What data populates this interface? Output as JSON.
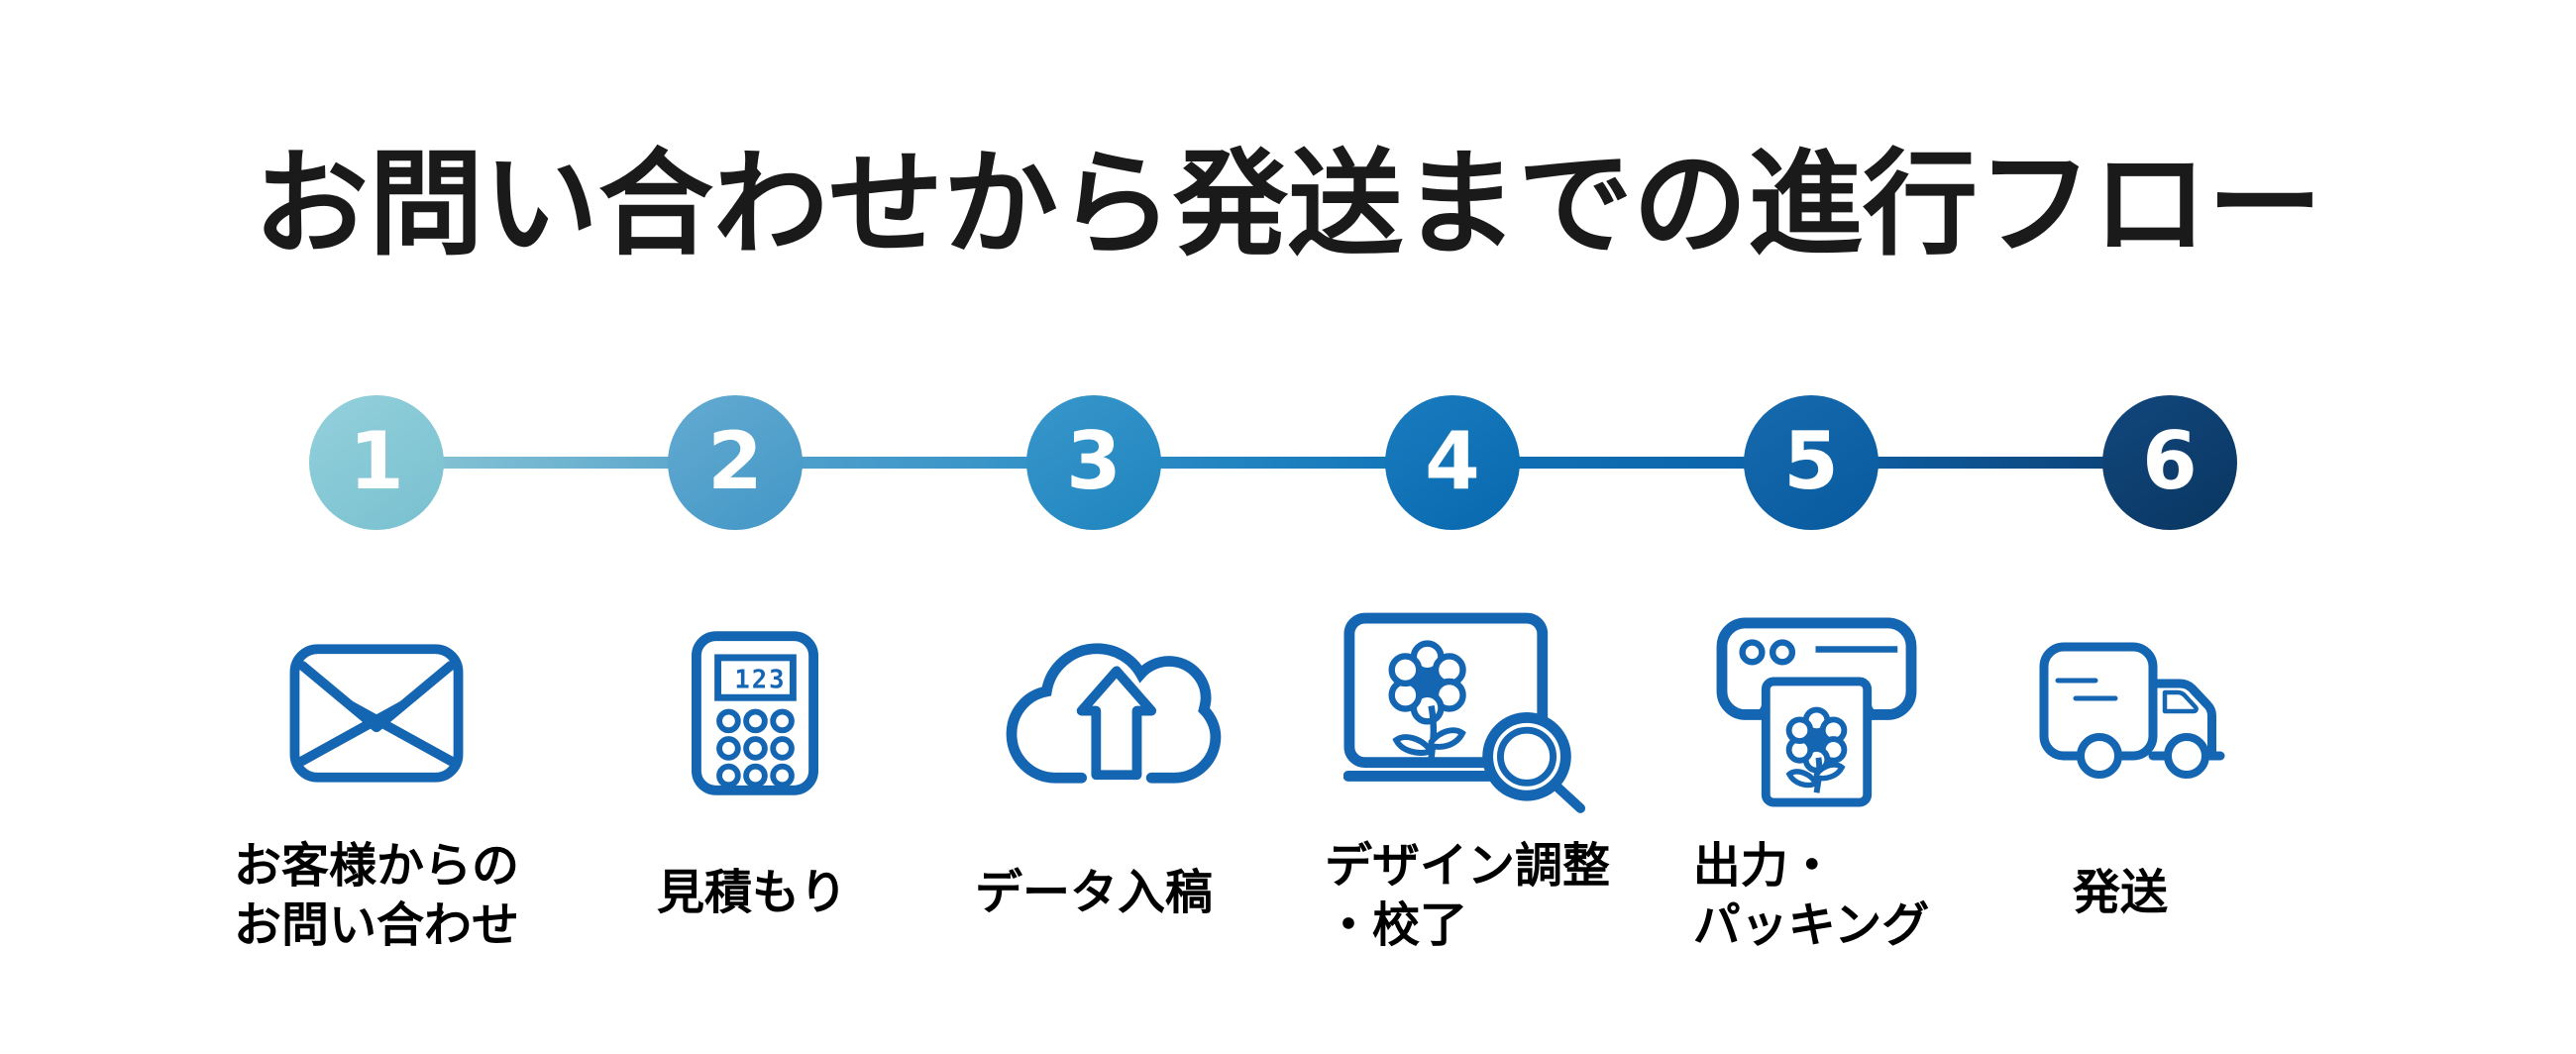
{
  "title": "お問い合わせから発送までの進行フロー",
  "background": "#ffffff",
  "title_color": "#1a1a1a",
  "label_color": "#000000",
  "number_color": "#ffffff",
  "icon_color": "#1566b2",
  "calculator_display": "123",
  "steps": [
    {
      "number": "1",
      "label_line1": "お客様からの",
      "label_line2": "お問い合わせ",
      "icon": "envelope-icon",
      "color": "#8cc8d5",
      "color_light": "#93d0db",
      "color_dark": "#79c0d0"
    },
    {
      "number": "2",
      "label_line1": "見積もり",
      "icon": "calculator-icon",
      "color": "#55a2cc",
      "color_light": "#63abd2",
      "color_dark": "#4396c6"
    },
    {
      "number": "3",
      "label_line1": "データ入稿",
      "icon": "cloud-upload-icon",
      "color": "#2e8fc6",
      "color_light": "#3897cb",
      "color_dark": "#1f84be"
    },
    {
      "number": "4",
      "label_line1": "デザイン調整",
      "label_line2": "・校了",
      "icon": "design-check-icon",
      "color": "#0f72b6",
      "color_light": "#1a7cbf",
      "color_dark": "#0868ae"
    },
    {
      "number": "5",
      "label_line1": "出力・",
      "label_line2": "パッキング",
      "icon": "printer-icon",
      "color": "#0e62a8",
      "color_light": "#176aae",
      "color_dark": "#085a9e"
    },
    {
      "number": "6",
      "label_line1": "発送",
      "icon": "truck-icon",
      "color": "#0c3f72",
      "color_light": "#12477d",
      "color_dark": "#093661"
    }
  ]
}
